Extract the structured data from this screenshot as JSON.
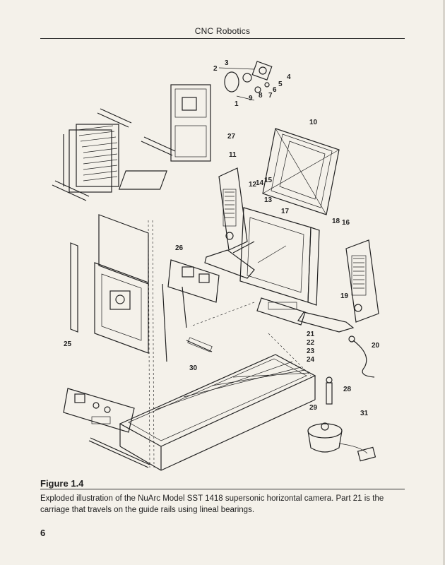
{
  "header": {
    "title": "CNC Robotics"
  },
  "figure": {
    "callouts": [
      "1",
      "2",
      "3",
      "4",
      "5",
      "6",
      "7",
      "8",
      "9",
      "10",
      "11",
      "12",
      "13",
      "14",
      "15",
      "16",
      "17",
      "18",
      "19",
      "20",
      "21",
      "22",
      "23",
      "24",
      "25",
      "26",
      "27",
      "28",
      "29",
      "30",
      "31"
    ]
  },
  "caption": {
    "label": "Figure 1.4",
    "text": "Exploded illustration of the NuArc Model SST 1418 supersonic horizontal camera. Part 21 is the carriage that travels on the guide rails using lineal bearings."
  },
  "page_number": "6"
}
